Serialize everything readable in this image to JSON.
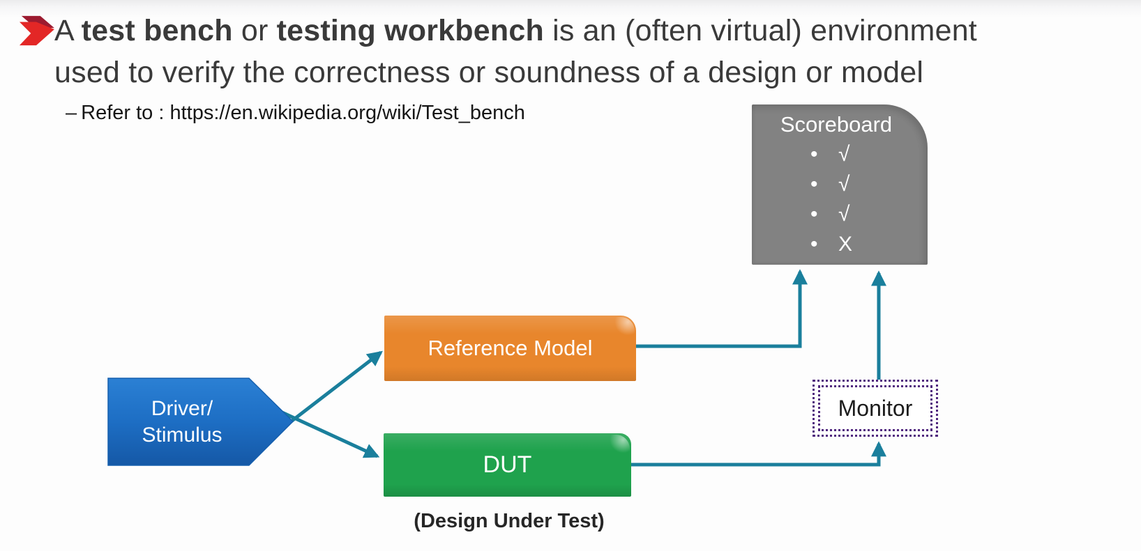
{
  "slide": {
    "heading": {
      "prefix": "A ",
      "bold1": "test bench",
      "mid": " or ",
      "bold2": "testing workbench",
      "suffix": " is an (often virtual) environment",
      "line2": "used to verify the correctness or soundness of a design or model"
    },
    "reference_note": {
      "dash": "–",
      "text": "Refer to : https://en.wikipedia.org/wiki/Test_bench"
    }
  },
  "diagram": {
    "driver": {
      "label_line1": "Driver/",
      "label_line2": "Stimulus"
    },
    "reference_model": {
      "label": "Reference Model"
    },
    "dut": {
      "label": "DUT",
      "caption": "(Design Under Test)"
    },
    "monitor": {
      "label": "Monitor"
    },
    "scoreboard": {
      "title": "Scoreboard",
      "bullet": "•",
      "items": [
        "√",
        "√",
        "√",
        "X"
      ]
    }
  },
  "icons": {
    "heading_bullet": "red-3d-chevron-right"
  },
  "colors": {
    "heading_text": "#3a3a3a",
    "bullet_red": "#e32726",
    "bullet_maroon": "#9c1b30",
    "driver_blue": "#1d6ec4",
    "reference_orange": "#e8862c",
    "dut_green": "#1fa24d",
    "scoreboard_gray": "#828282",
    "connector_teal": "#1a7f9c",
    "monitor_purple": "#50267e"
  }
}
